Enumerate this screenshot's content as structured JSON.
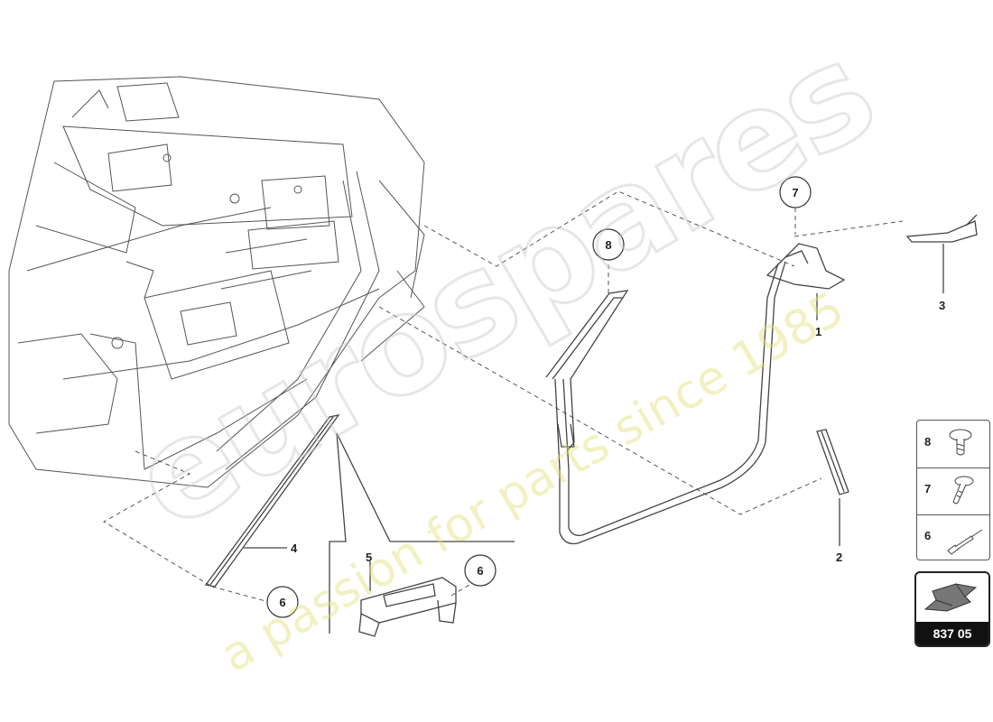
{
  "watermark": {
    "brand": "eurospares",
    "tagline": "a passion for parts since 1985"
  },
  "callouts": [
    {
      "id": "1",
      "label": "1"
    },
    {
      "id": "2",
      "label": "2"
    },
    {
      "id": "3",
      "label": "3"
    },
    {
      "id": "4",
      "label": "4"
    },
    {
      "id": "5",
      "label": "5"
    },
    {
      "id": "6",
      "label": "6"
    },
    {
      "id": "7",
      "label": "7"
    },
    {
      "id": "8",
      "label": "8"
    }
  ],
  "circled_refs": {
    "ref_7": "7",
    "ref_8": "8",
    "ref_6a": "6",
    "ref_6b": "6"
  },
  "legend": [
    {
      "number": "8",
      "icon": "flange-screw-icon"
    },
    {
      "number": "7",
      "icon": "flange-screw-icon"
    },
    {
      "number": "6",
      "icon": "blind-rivet-icon"
    }
  ],
  "page_ref": {
    "label": "837 05",
    "icon": "direction-arrow-icon"
  }
}
